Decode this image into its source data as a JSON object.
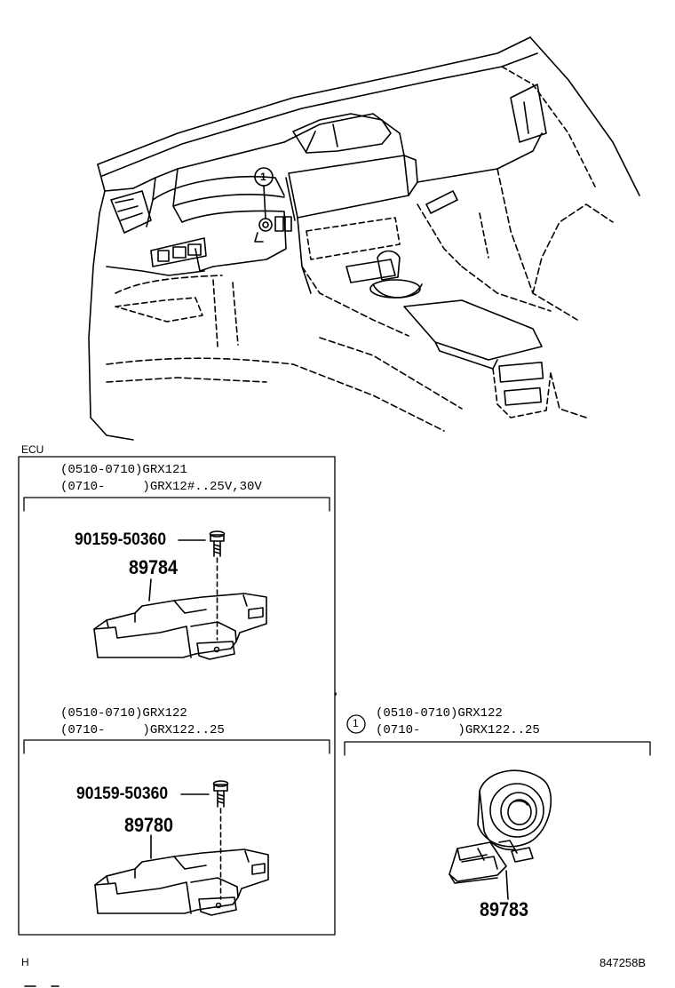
{
  "section_label": "ECU",
  "panel_ecu": {
    "top_group": {
      "cond_line1": "(0510-0710)GRX121",
      "cond_line2": "(0710-     )GRX12#..25V,30V",
      "bolt_part_no": "90159-50360",
      "ecu_part_no": "89784"
    },
    "bottom_group": {
      "cond_line1": "(0510-0710)GRX122",
      "cond_line2": "(0710-     )GRX122..25",
      "bolt_part_no": "90159-50360",
      "ecu_part_no": "89780"
    }
  },
  "panel_switch": {
    "callout_number": "1",
    "cond_line1": "(0510-0710)GRX122",
    "cond_line2": "(0710-     )GRX122..25",
    "part_no": "89783"
  },
  "overview": {
    "callout_number": "1"
  },
  "footer": {
    "left_code": "H",
    "figure_id": "847258B"
  }
}
